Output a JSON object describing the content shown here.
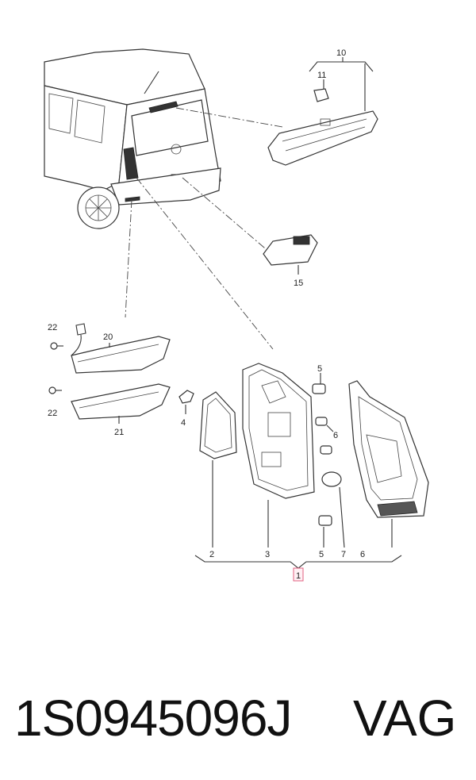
{
  "callouts": {
    "c1": "1",
    "c2": "2",
    "c3": "3",
    "c4": "4",
    "c5a": "5",
    "c5b": "5",
    "c6a": "6",
    "c6b": "6",
    "c7": "7",
    "c10": "10",
    "c11": "11",
    "c15": "15",
    "c20": "20",
    "c21": "21",
    "c22a": "22",
    "c22b": "22"
  },
  "footer": {
    "part_number": "1S0945096J",
    "brand": "VAG"
  },
  "colors": {
    "highlight": "#e06080"
  }
}
